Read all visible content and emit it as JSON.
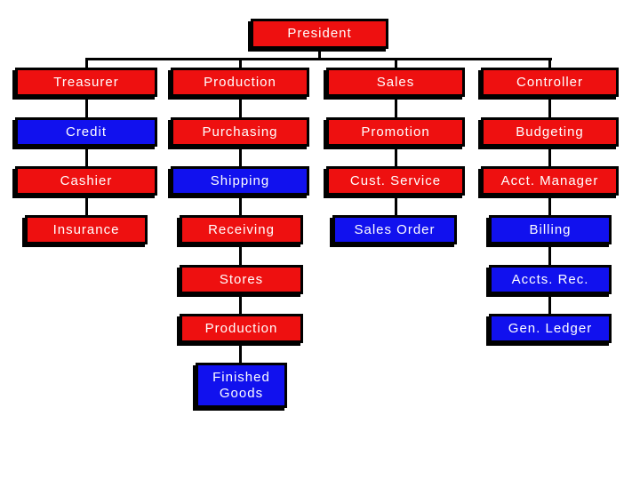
{
  "colors": {
    "red_fill": "#ee1010",
    "blue_fill": "#1111ee",
    "border_and_lines": "#000000",
    "text": "#ffffff",
    "background": "#ffffff"
  },
  "org_chart": {
    "root": {
      "label": "President",
      "color": "red"
    },
    "columns": [
      {
        "items": [
          {
            "label": "Treasurer",
            "color": "red"
          },
          {
            "label": "Credit",
            "color": "blue"
          },
          {
            "label": "Cashier",
            "color": "red"
          },
          {
            "label": "Insurance",
            "color": "red"
          }
        ]
      },
      {
        "items": [
          {
            "label": "Production",
            "color": "red"
          },
          {
            "label": "Purchasing",
            "color": "red"
          },
          {
            "label": "Shipping",
            "color": "blue"
          },
          {
            "label": "Receiving",
            "color": "red"
          },
          {
            "label": "Stores",
            "color": "red"
          },
          {
            "label": "Production",
            "color": "red"
          },
          {
            "label": "Finished Goods",
            "color": "blue"
          }
        ]
      },
      {
        "items": [
          {
            "label": "Sales",
            "color": "red"
          },
          {
            "label": "Promotion",
            "color": "red"
          },
          {
            "label": "Cust. Service",
            "color": "red"
          },
          {
            "label": "Sales Order",
            "color": "blue"
          }
        ]
      },
      {
        "items": [
          {
            "label": "Controller",
            "color": "red"
          },
          {
            "label": "Budgeting",
            "color": "red"
          },
          {
            "label": "Acct. Manager",
            "color": "red"
          },
          {
            "label": "Billing",
            "color": "blue"
          },
          {
            "label": "Accts. Rec.",
            "color": "blue"
          },
          {
            "label": "Gen. Ledger",
            "color": "blue"
          }
        ]
      }
    ]
  }
}
